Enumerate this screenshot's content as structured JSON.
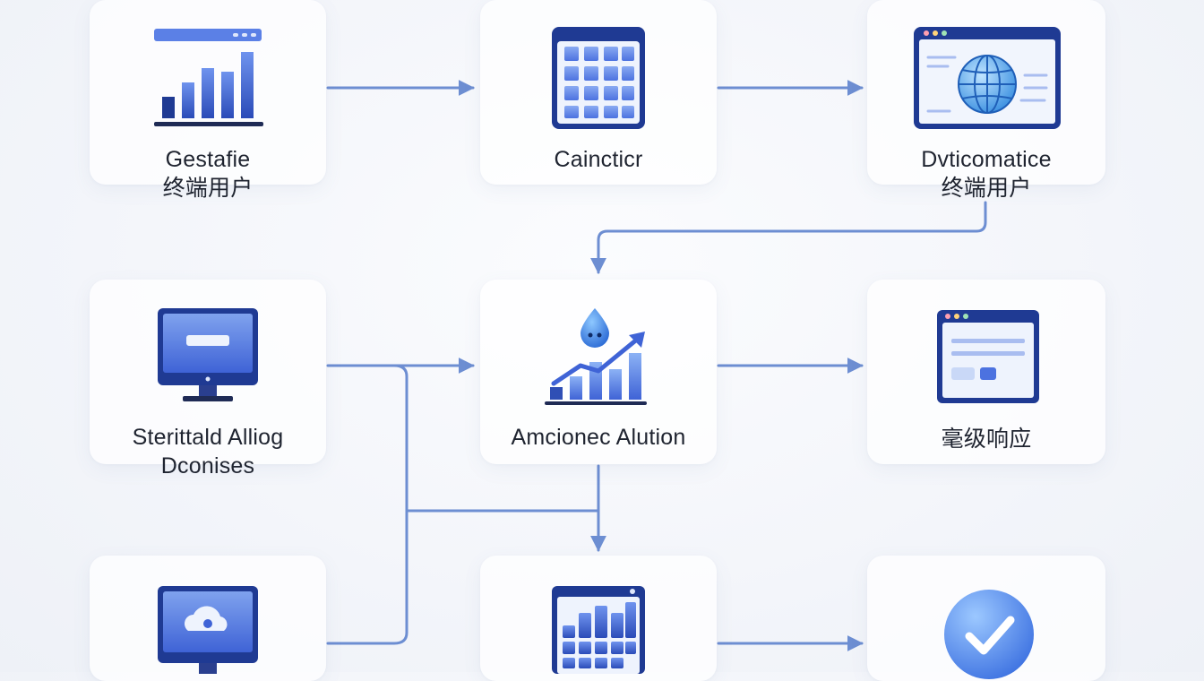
{
  "nodes": [
    {
      "id": "n1",
      "icon": "bar-chart-icon",
      "label_lines": [
        "Gestafie",
        "终端用户"
      ]
    },
    {
      "id": "n2",
      "icon": "grid-calendar-icon",
      "label_lines": [
        "Caincticr"
      ]
    },
    {
      "id": "n3",
      "icon": "browser-globe-icon",
      "label_lines": [
        "Dvticomatice",
        "终端用户"
      ]
    },
    {
      "id": "n4",
      "icon": "monitor-icon",
      "label_lines": [
        "Sterittald Alliog",
        "Dconises"
      ]
    },
    {
      "id": "n5",
      "icon": "growth-chart-drop-icon",
      "label_lines": [
        "Amcionec Alution"
      ]
    },
    {
      "id": "n6",
      "icon": "browser-window-icon",
      "label_lines": [
        "毫级响应"
      ]
    },
    {
      "id": "n7",
      "icon": "monitor-cloud-icon",
      "label_lines": []
    },
    {
      "id": "n8",
      "icon": "data-grid-icon",
      "label_lines": []
    },
    {
      "id": "n9",
      "icon": "check-circle-icon",
      "label_lines": []
    }
  ],
  "colors": {
    "accent": "#3f63d6",
    "accent_dark": "#1f3a93",
    "accent_light": "#7fa2ee",
    "connector": "#6d8ed2",
    "card": "#ffffff",
    "background": "#f3f5fa"
  }
}
